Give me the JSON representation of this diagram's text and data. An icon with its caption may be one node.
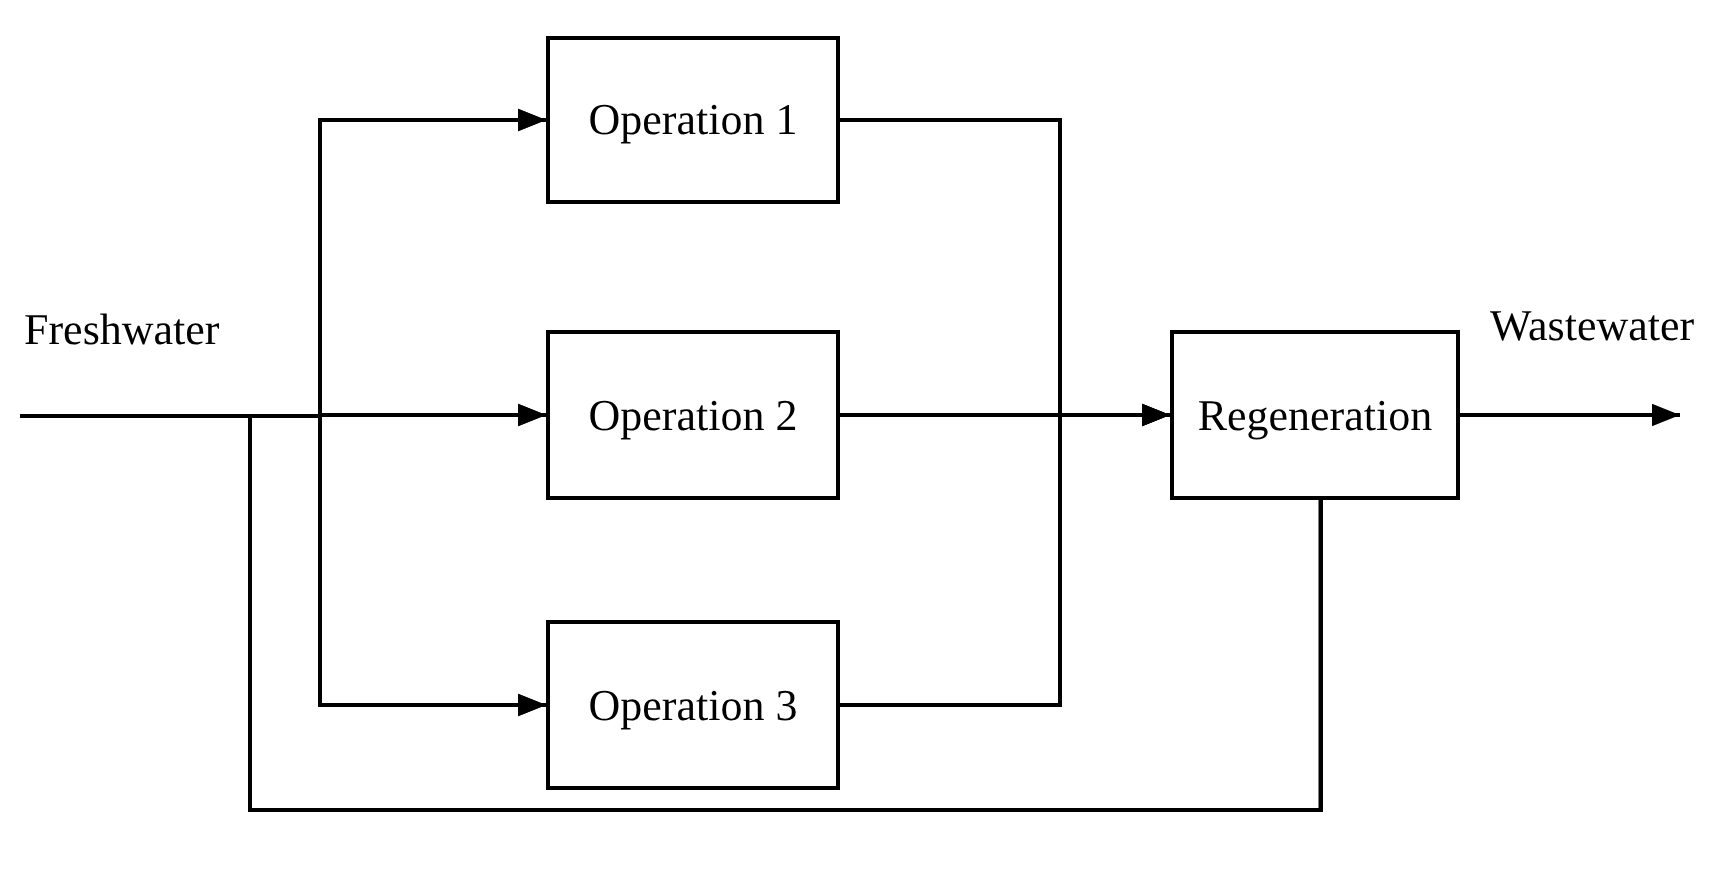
{
  "diagram": {
    "nodes": [
      {
        "text": [
          "Operation 1"
        ]
      },
      {
        "text": [
          "Operation 2"
        ]
      },
      {
        "text": [
          "Operation 3"
        ]
      },
      {
        "text": [
          "Regeneration"
        ]
      }
    ],
    "edges": [
      {
        "from": null,
        "to": 0,
        "arrow": "to"
      },
      {
        "from": null,
        "to": 1,
        "arrow": "to",
        "label": "Freshwater"
      },
      {
        "from": null,
        "to": 2,
        "arrow": "to"
      },
      {
        "from": 3,
        "to": 0,
        "arrow": "to"
      },
      {
        "from": 3,
        "to": 1,
        "arrow": "to"
      },
      {
        "from": 3,
        "to": 2,
        "arrow": "to"
      },
      {
        "from": 0,
        "to": 3,
        "arrow": "to"
      },
      {
        "from": 1,
        "to": 3,
        "arrow": "to"
      },
      {
        "from": 2,
        "to": 3,
        "arrow": "to"
      },
      {
        "from": 3,
        "to": null,
        "arrow": "to",
        "label": "Wastewater"
      }
    ]
  }
}
